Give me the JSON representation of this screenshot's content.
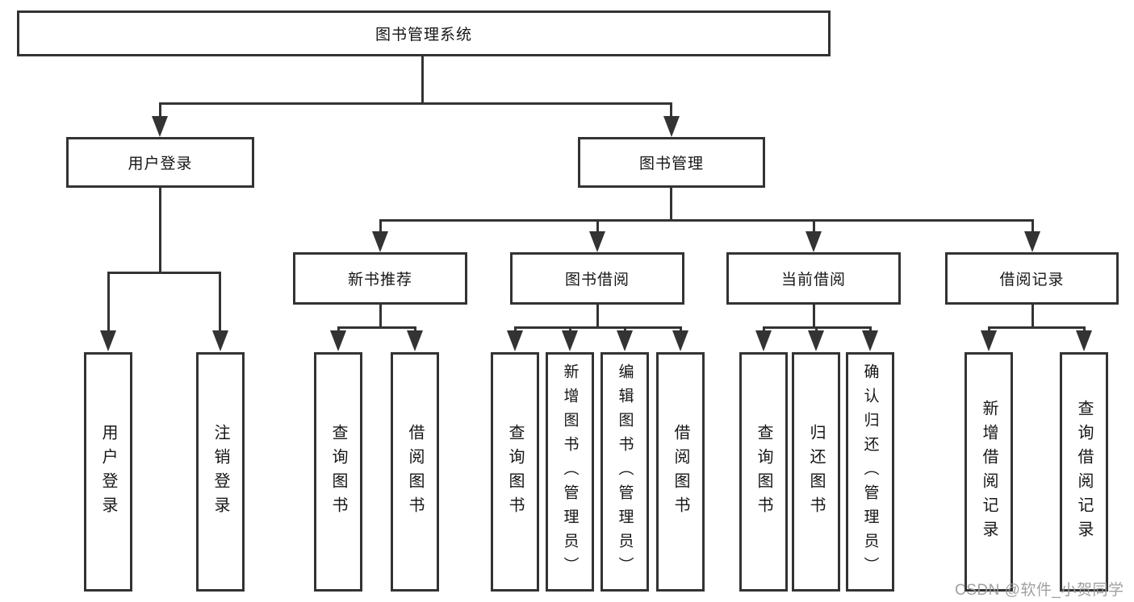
{
  "diagram": {
    "title": "图书管理系统",
    "type": "hierarchy-tree",
    "colors": {
      "background": "#ffffff",
      "line": "#333333",
      "box_border": "#333333",
      "text": "#161616",
      "watermark": "#989898"
    }
  },
  "nodes": {
    "root": {
      "label": "图书管理系统"
    },
    "user_login": {
      "label": "用户登录"
    },
    "book_management": {
      "label": "图书管理"
    },
    "new_book_recommend": {
      "label": "新书推荐"
    },
    "book_borrow": {
      "label": "图书借阅"
    },
    "current_borrow": {
      "label": "当前借阅"
    },
    "borrow_records": {
      "label": "借阅记录"
    },
    "leaves": {
      "login": {
        "label": "用户登录"
      },
      "logout": {
        "label": "注销登录"
      },
      "nb_query_books": {
        "label": "查询图书"
      },
      "nb_borrow_books": {
        "label": "借阅图书"
      },
      "bb_query_books": {
        "label": "查询图书"
      },
      "bb_add_books": {
        "label": "新增图书（管理员）"
      },
      "bb_edit_books": {
        "label": "编辑图书（管理员）"
      },
      "bb_borrow_books": {
        "label": "借阅图书"
      },
      "cb_query_books": {
        "label": "查询图书"
      },
      "cb_return_books": {
        "label": "归还图书"
      },
      "cb_confirm_return": {
        "label": "确认归还（管理员）"
      },
      "br_add_record": {
        "label": "新增借阅记录"
      },
      "br_query_record": {
        "label": "查询借阅记录"
      }
    }
  },
  "watermark": {
    "text": "CSDN @软件_小贺同学"
  }
}
